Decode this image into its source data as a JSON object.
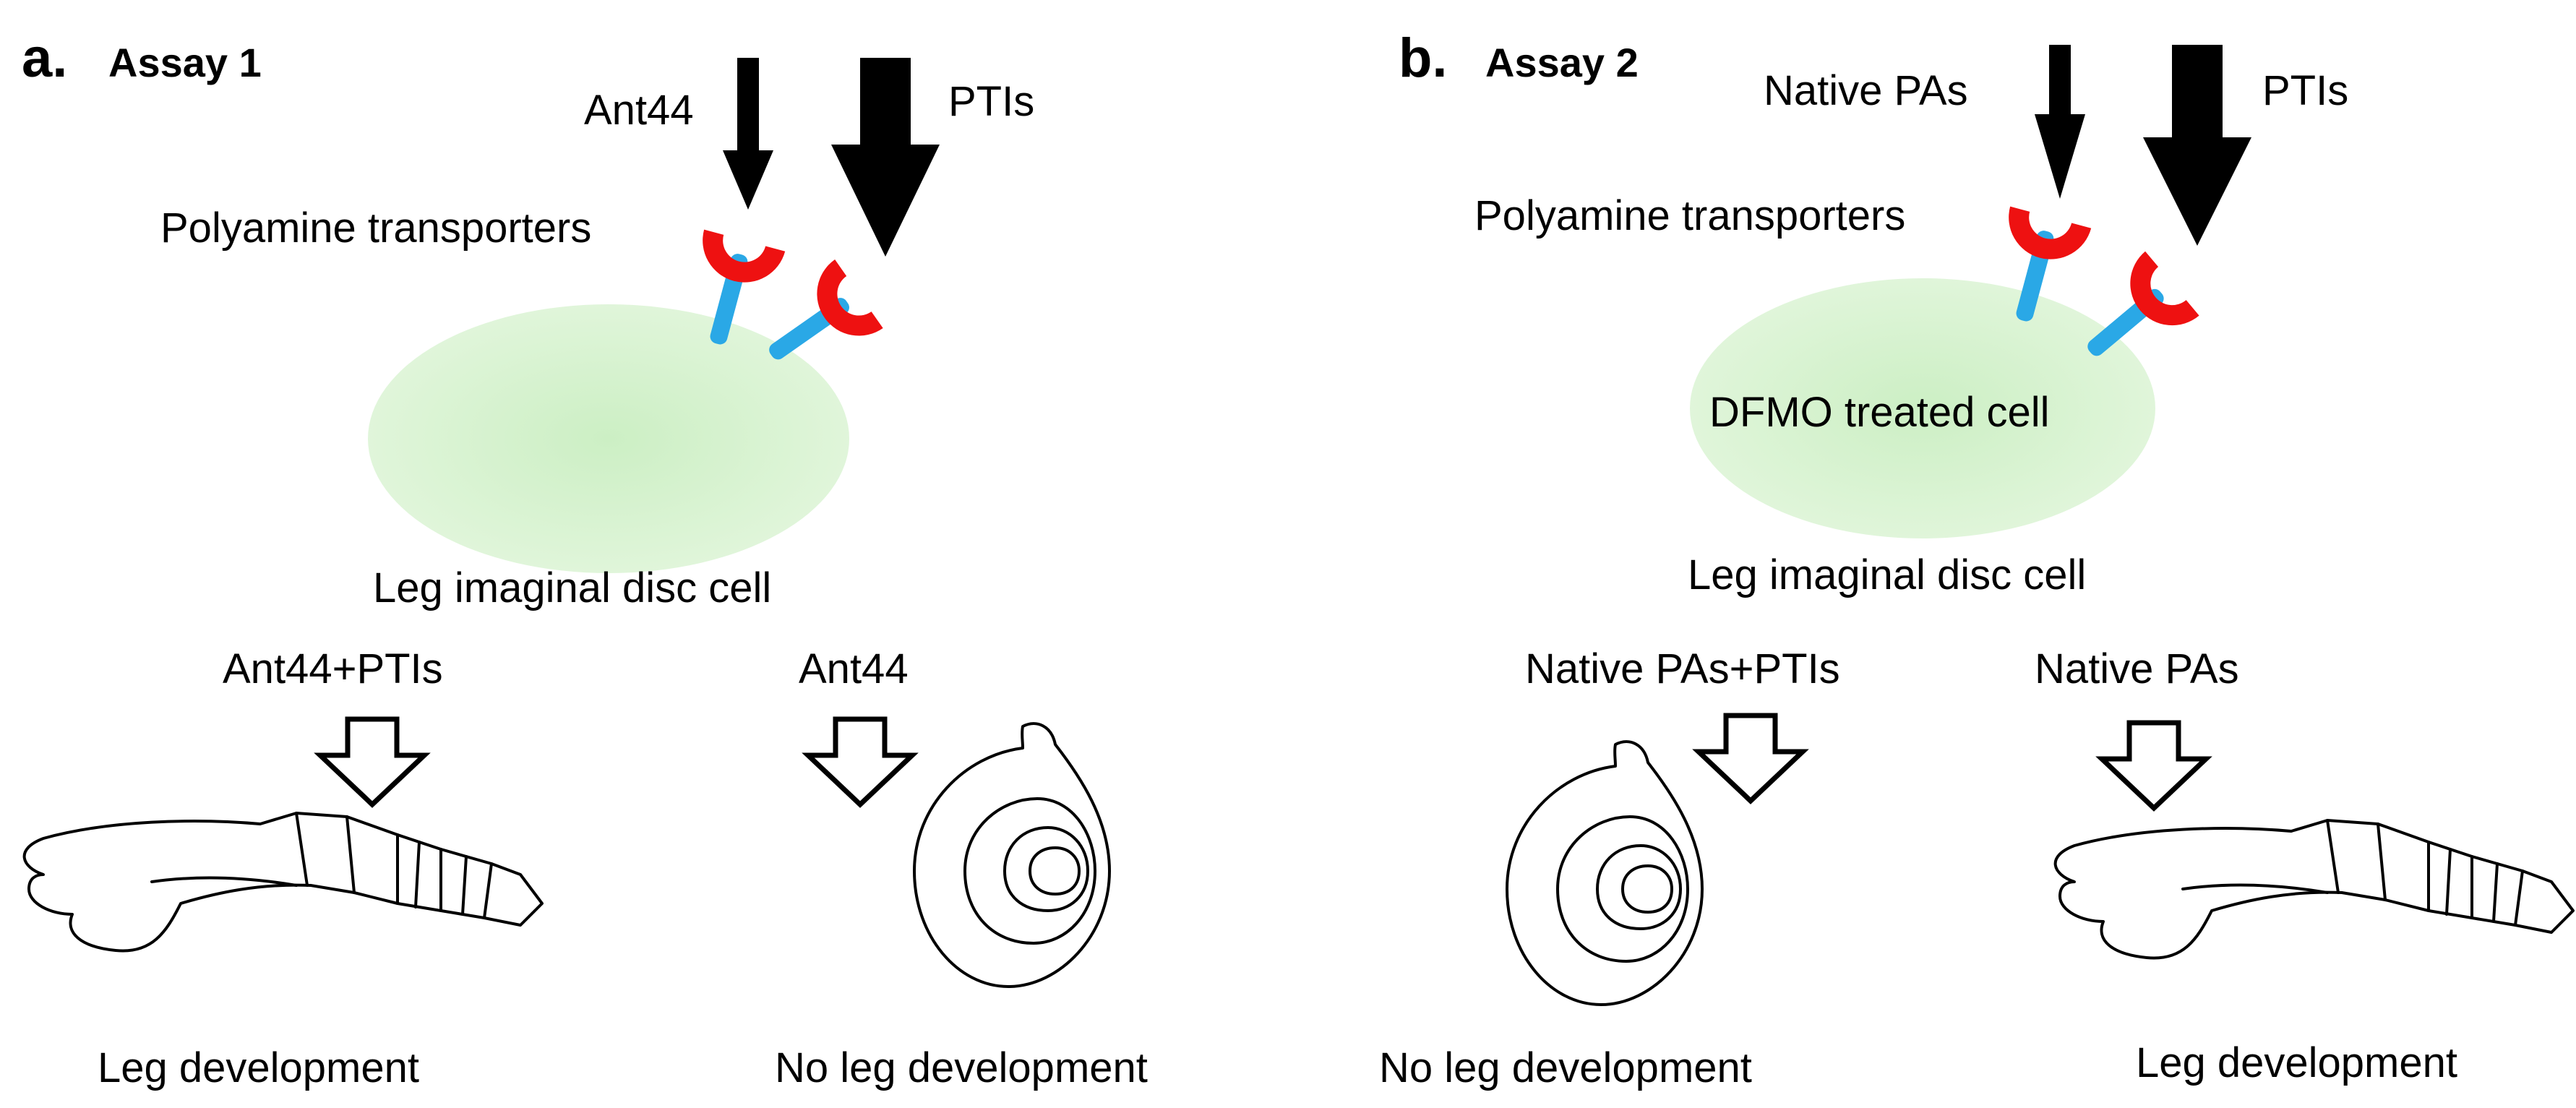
{
  "panels": {
    "a": {
      "letter": "a.",
      "title": "Assay 1",
      "left_input": "Ant44",
      "right_input": "PTIs",
      "transporters": "Polyamine transporters",
      "cell_inner": "",
      "cell_label": "Leg imaginal disc cell",
      "cond_left": "Ant44+PTIs",
      "cond_right": "Ant44",
      "out_left": "Leg development",
      "out_right": "No leg development"
    },
    "b": {
      "letter": "b.",
      "title": "Assay 2",
      "left_input": "Native PAs",
      "right_input": "PTIs",
      "transporters": "Polyamine transporters",
      "cell_inner": "DFMO treated cell",
      "cell_label": "Leg imaginal disc cell",
      "cond_left": "Native PAs+PTIs",
      "cond_right": "Native PAs",
      "out_left": "No leg development",
      "out_right": "Leg development"
    }
  },
  "colors": {
    "cell_fill": "#d6f2cf",
    "transporter_red": "#ee1111",
    "transporter_blue": "#2aa8e6",
    "arrow": "#000000"
  },
  "icons": [
    "solid-down-arrow-icon",
    "hollow-down-arrow-icon",
    "transporter-icon",
    "leg-sketch-icon",
    "disc-sketch-icon"
  ]
}
